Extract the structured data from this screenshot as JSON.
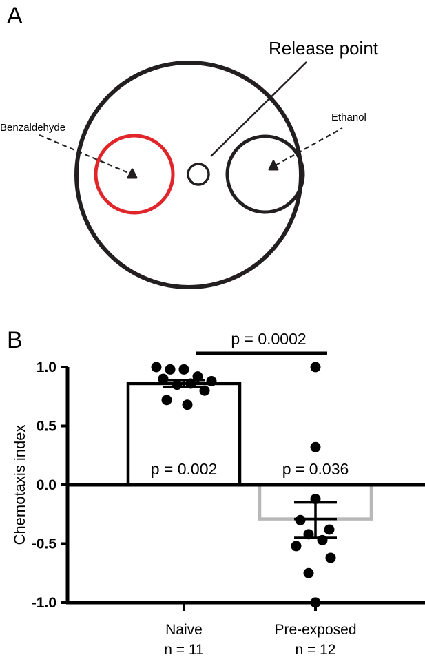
{
  "panel_a": {
    "letter": "A",
    "release_label": "Release point",
    "left_label": "Benzaldehyde",
    "right_label": "Ethanol",
    "colors": {
      "left_ring": "#e0262b",
      "right_ring": "#231f20",
      "outer": "#231f20"
    }
  },
  "panel_b": {
    "letter": "B",
    "between_p": "p = 0.0002",
    "group_p": [
      "p = 0.002",
      "p = 0.036"
    ],
    "group_n": [
      "n = 11",
      "n = 12"
    ]
  },
  "chart_data": {
    "type": "bar",
    "categories": [
      "Naive",
      "Pre-exposed"
    ],
    "ylabel": "Chemotaxis index",
    "ylim": [
      -1.0,
      1.0
    ],
    "yticks": [
      1.0,
      0.5,
      0.0,
      -0.5,
      -1.0
    ],
    "ytick_labels": [
      "1.0",
      "0.5",
      "0.0",
      "-0.5",
      "-1.0"
    ],
    "bars": [
      {
        "category": "Naive",
        "mean": 0.86,
        "sem_low": 0.83,
        "sem_high": 0.89,
        "color": "#000000",
        "points": [
          1.0,
          0.98,
          0.98,
          0.92,
          0.9,
          0.88,
          0.86,
          0.85,
          0.8,
          0.72,
          0.68
        ]
      },
      {
        "category": "Pre-exposed",
        "mean": -0.29,
        "sem_low": -0.45,
        "sem_high": -0.15,
        "color": "#b8b8b8",
        "points": [
          1.0,
          0.32,
          -0.12,
          -0.3,
          -0.38,
          -0.42,
          -0.47,
          -0.52,
          -0.62,
          -0.75,
          -1.0,
          -1.0
        ]
      }
    ]
  }
}
